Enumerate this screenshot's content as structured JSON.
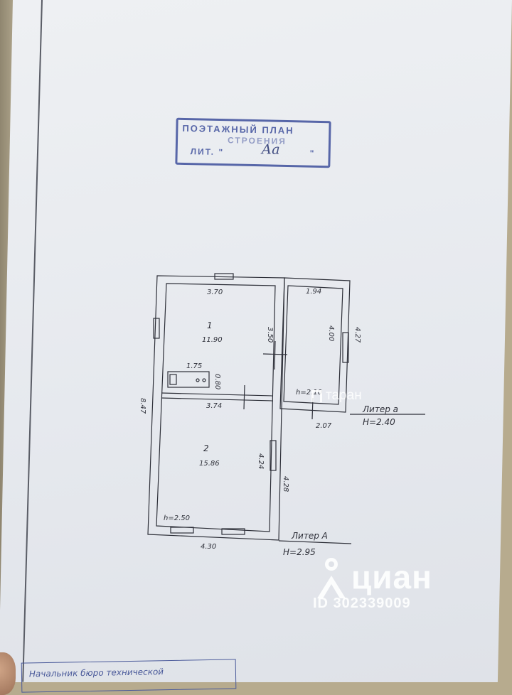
{
  "stamp": {
    "line1": "ПОЭТАЖНЫЙ ПЛАН",
    "line2": "СТРОЕНИЯ",
    "line3_prefix": "ЛИТ. \"",
    "letter": "Аа",
    "line3_suffix": "\""
  },
  "plan": {
    "room1": {
      "number": "1",
      "area": "11.90"
    },
    "room2": {
      "number": "2",
      "area": "15.86"
    },
    "room3": {
      "area": ""
    },
    "dims": {
      "top_width": "3.70",
      "room1_height": "3.50",
      "stove_width": "1.75",
      "stove_depth": "0.80",
      "mid_width": "3.74",
      "left_length": "8.47",
      "room2_height": "4.24",
      "outer_right": "4.28",
      "bottom_width": "4.30",
      "annex_top": "1.94",
      "annex_inner": "4.00",
      "annex_outer": "4.27",
      "annex_bottom": "2.07"
    },
    "heights": {
      "main_h": "h=2.50",
      "annex_h": "h=2.10"
    },
    "labels": {
      "annex_liter": "Литер а",
      "annex_H": "H=2.40",
      "main_liter": "Литер А",
      "main_H": "H=2.95"
    }
  },
  "watermarks": {
    "taran": "таран",
    "cian_name": "циан",
    "cian_id": "ID 302339009"
  },
  "footer": {
    "text": "Начальник бюро технической"
  },
  "colors": {
    "stamp": "#3e4f9c",
    "ink": "#2d2f38",
    "paper": "#e6e9ee"
  }
}
